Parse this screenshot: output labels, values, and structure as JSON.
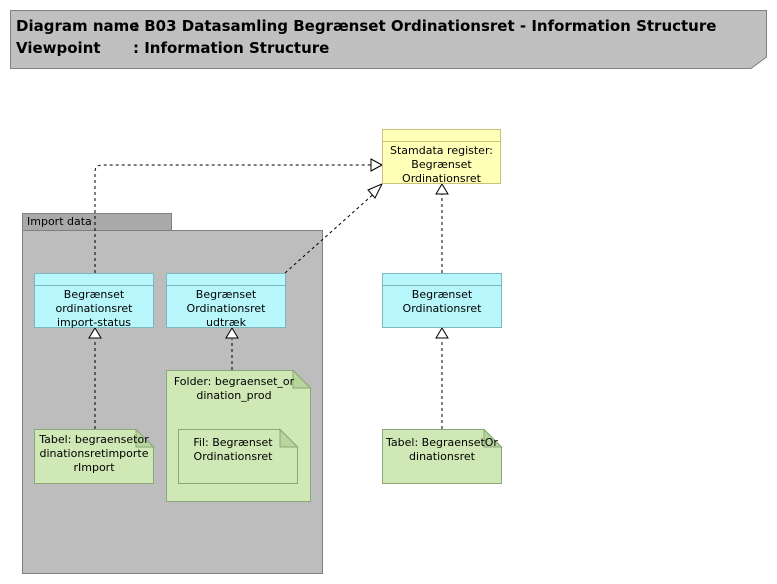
{
  "header": {
    "diagram_name_label": "Diagram name",
    "diagram_name_value": ": B03 Datasamling Begrænset Ordinationsret - Information Structure",
    "viewpoint_label": "Viewpoint",
    "viewpoint_value": ": Information Structure"
  },
  "package": {
    "label": "Import data"
  },
  "nodes": {
    "stamdata": {
      "label": "Stamdata register: Begrænset Ordinationsret"
    },
    "import_status": {
      "label": "Begrænset ordinationsret import-status"
    },
    "udtraek": {
      "label": "Begrænset Ordinationsret udtræk"
    },
    "ordinationsret": {
      "label": "Begrænset Ordinationsret"
    },
    "tabel_import": {
      "label": "Tabel: begraensetordinationsretimporterImport"
    },
    "folder": {
      "label": "Folder: begraenset_ordination_prod"
    },
    "fil": {
      "label": "Fil: Begrænset Ordinationsret"
    },
    "tabel_ordinationsret": {
      "label": "Tabel: BegraensetOrdinationsret"
    }
  },
  "colors": {
    "header_fill": "#c0c0c0",
    "package_fill": "#bdbdbd",
    "data_object_fill": "#b7f7fb",
    "stamdata_fill": "#ffffb8",
    "artifact_fill": "#cfe8b5"
  }
}
